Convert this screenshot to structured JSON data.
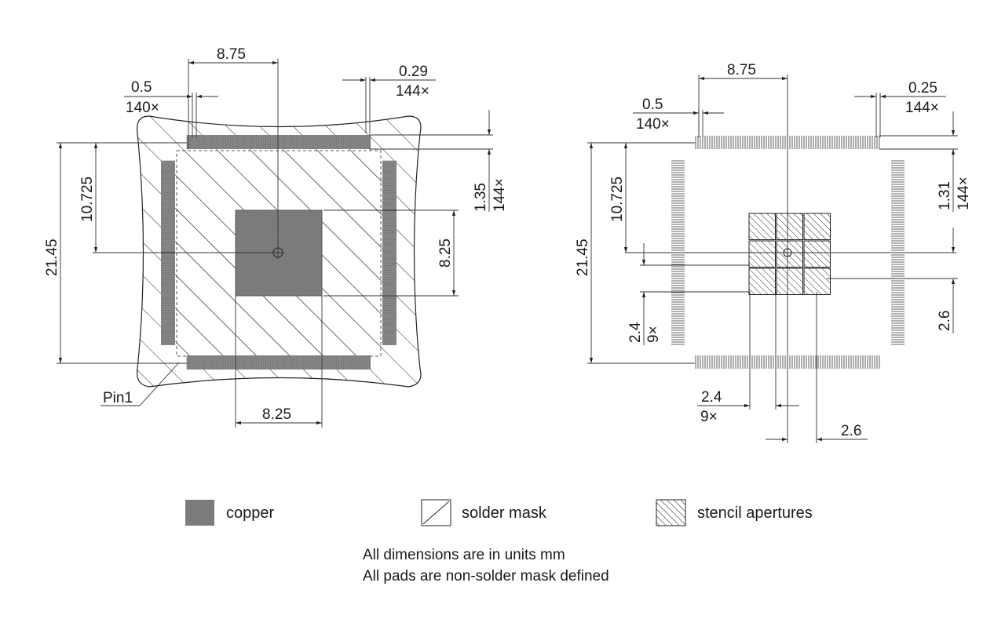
{
  "left_view": {
    "pitch_label": "0.5",
    "pitch_count": "140×",
    "center_offset_label": "8.75",
    "pad_width_label": "0.29",
    "pad_width_count": "144×",
    "pad_length_label": "1.35",
    "pad_length_count": "144×",
    "half_span_label": "10.725",
    "span_label": "21.45",
    "thermal_pad_height_label": "8.25",
    "thermal_pad_width_label": "8.25",
    "pin1_label": "Pin1"
  },
  "right_view": {
    "pitch_label": "0.5",
    "pitch_count": "140×",
    "center_offset_label": "8.75",
    "pad_width_label": "0.25",
    "pad_width_count": "144×",
    "pad_length_label": "1.31",
    "pad_length_count": "144×",
    "half_span_label": "10.725",
    "span_label": "21.45",
    "aperture_size_label": "2.4",
    "aperture_count": "9×",
    "aperture_pitch_label": "2.6",
    "aperture_size_label_bottom": "2.4",
    "aperture_count_bottom": "9×",
    "aperture_pitch_label_bottom": "2.6"
  },
  "legend": {
    "copper": "copper",
    "solder_mask": "solder mask",
    "stencil_apertures": "stencil apertures"
  },
  "notes": {
    "line1": "All dimensions are in units mm",
    "line2": "All pads are non-solder mask defined"
  },
  "colors": {
    "copper": "#7a7a7a",
    "outline": "#222222"
  }
}
